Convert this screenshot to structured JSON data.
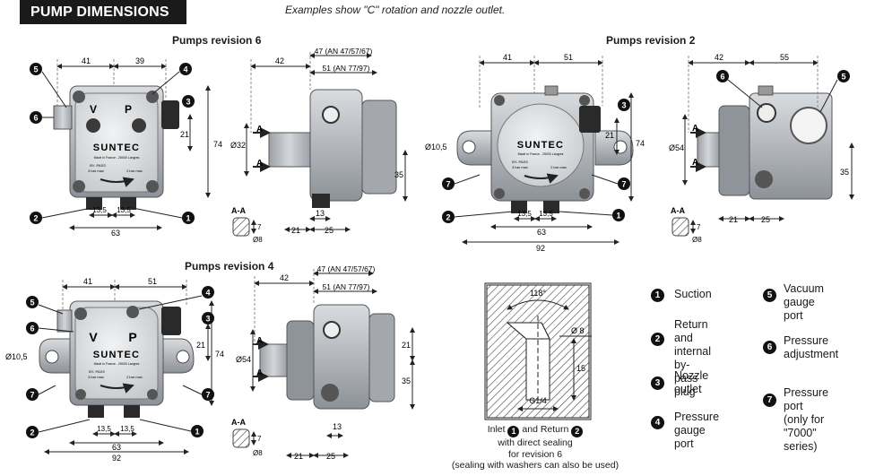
{
  "header": {
    "title": "PUMP DIMENSIONS",
    "note": "Examples show \"C\" rotation and nozzle outlet."
  },
  "sections": {
    "rev6": "Pumps revision 6",
    "rev2": "Pumps revision 2",
    "rev4": "Pumps revision 4"
  },
  "pump_labels": {
    "brand": "SUNTEC",
    "v": "V",
    "p": "P",
    "small1": "Made in France - 25000 Langres",
    "bypass": "BY- PASS",
    "left_bar": "3 bar max",
    "right_bar": "2 bar max"
  },
  "rev6": {
    "top_left": "41",
    "top_right": "39",
    "right_21": "21",
    "right_74": "74",
    "bot_1": "13,5",
    "bot_2": "13,5",
    "bot_63": "63",
    "side_top": "42",
    "side_47": "47 (AN 47/57/67)",
    "side_51": "51 (AN 77/97)",
    "side_d": "Ø32",
    "side_35": "35",
    "side_13": "13",
    "side_21": "21",
    "side_25": "25",
    "aa": "A-A",
    "aa_7": "7",
    "aa_d8": "Ø8",
    "arrow_a": "A"
  },
  "rev2": {
    "top_left": "41",
    "top_right": "51",
    "right_21": "21",
    "right_74": "74",
    "left_d": "Ø10,5",
    "bot_1": "13,5",
    "bot_2": "13,5",
    "bot_63": "63",
    "bot_92": "92",
    "side_top": "42",
    "side_55": "55",
    "side_d": "Ø54",
    "side_35": "35",
    "side_21": "21",
    "side_25": "25",
    "aa": "A-A",
    "aa_7": "7",
    "aa_d8": "Ø8",
    "arrow_a": "A"
  },
  "rev4": {
    "top_left": "41",
    "top_right": "51",
    "right_21": "21",
    "right_74": "74",
    "left_d": "Ø10,5",
    "bot_1": "13,5",
    "bot_2": "13,5",
    "bot_63": "63",
    "bot_92": "92",
    "side_top": "42",
    "side_47": "47 (AN 47/57/67)",
    "side_51": "51 (AN 77/97)",
    "side_d": "Ø54",
    "side_21": "21",
    "side_35": "35",
    "side_13": "13",
    "side_21b": "21",
    "side_25": "25",
    "aa": "A-A",
    "aa_7": "7",
    "aa_d8": "Ø8",
    "arrow_a": "A"
  },
  "port_detail": {
    "angle": "118°",
    "d8": "Ø 8",
    "depth": "15",
    "thread": "G1/4"
  },
  "inlet_note": {
    "pre": "Inlet",
    "mid": "and Return",
    "n1": "1",
    "n2": "2",
    "line2": "with direct sealing",
    "line3": "for revision 6",
    "line4": "(sealing with washers can also be used)"
  },
  "legend": [
    {
      "num": "1",
      "text": "Suction"
    },
    {
      "num": "2",
      "text": "Return and\ninternal\nby-pass plug"
    },
    {
      "num": "3",
      "text": "Nozzle\noutlet"
    },
    {
      "num": "4",
      "text": "Pressure\ngauge port"
    },
    {
      "num": "5",
      "text": "Vacuum\ngauge port"
    },
    {
      "num": "6",
      "text": "Pressure\nadjustment"
    },
    {
      "num": "7",
      "text": "Pressure port\n(only for\n\"7000\" series)"
    }
  ],
  "colors": {
    "body": "#b9bcc0",
    "face": "#e6e8ea",
    "dark": "#333333",
    "header_bg": "#1a1a1a"
  }
}
